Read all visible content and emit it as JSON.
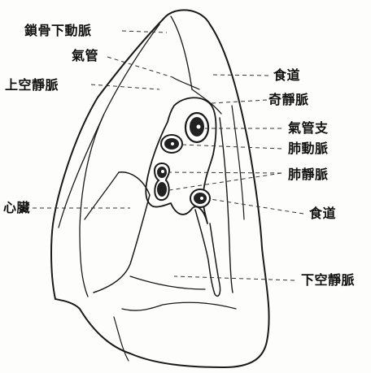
{
  "labels": {
    "subclavian_artery": "鎖骨下動脈",
    "trachea": "氣管",
    "superior_vena_cava": "上空靜脈",
    "esophagus_top": "食道",
    "azygos_vein": "奇靜脈",
    "bronchus": "氣管支",
    "pulmonary_artery": "肺動脈",
    "pulmonary_vein": "肺靜脈",
    "heart": "心臟",
    "esophagus_bottom": "食道",
    "inferior_vena_cava": "下空靜脈"
  },
  "colors": {
    "ink": "#1a1a1a",
    "paper": "#fdfdfb",
    "vessel_fill": "#222222"
  }
}
